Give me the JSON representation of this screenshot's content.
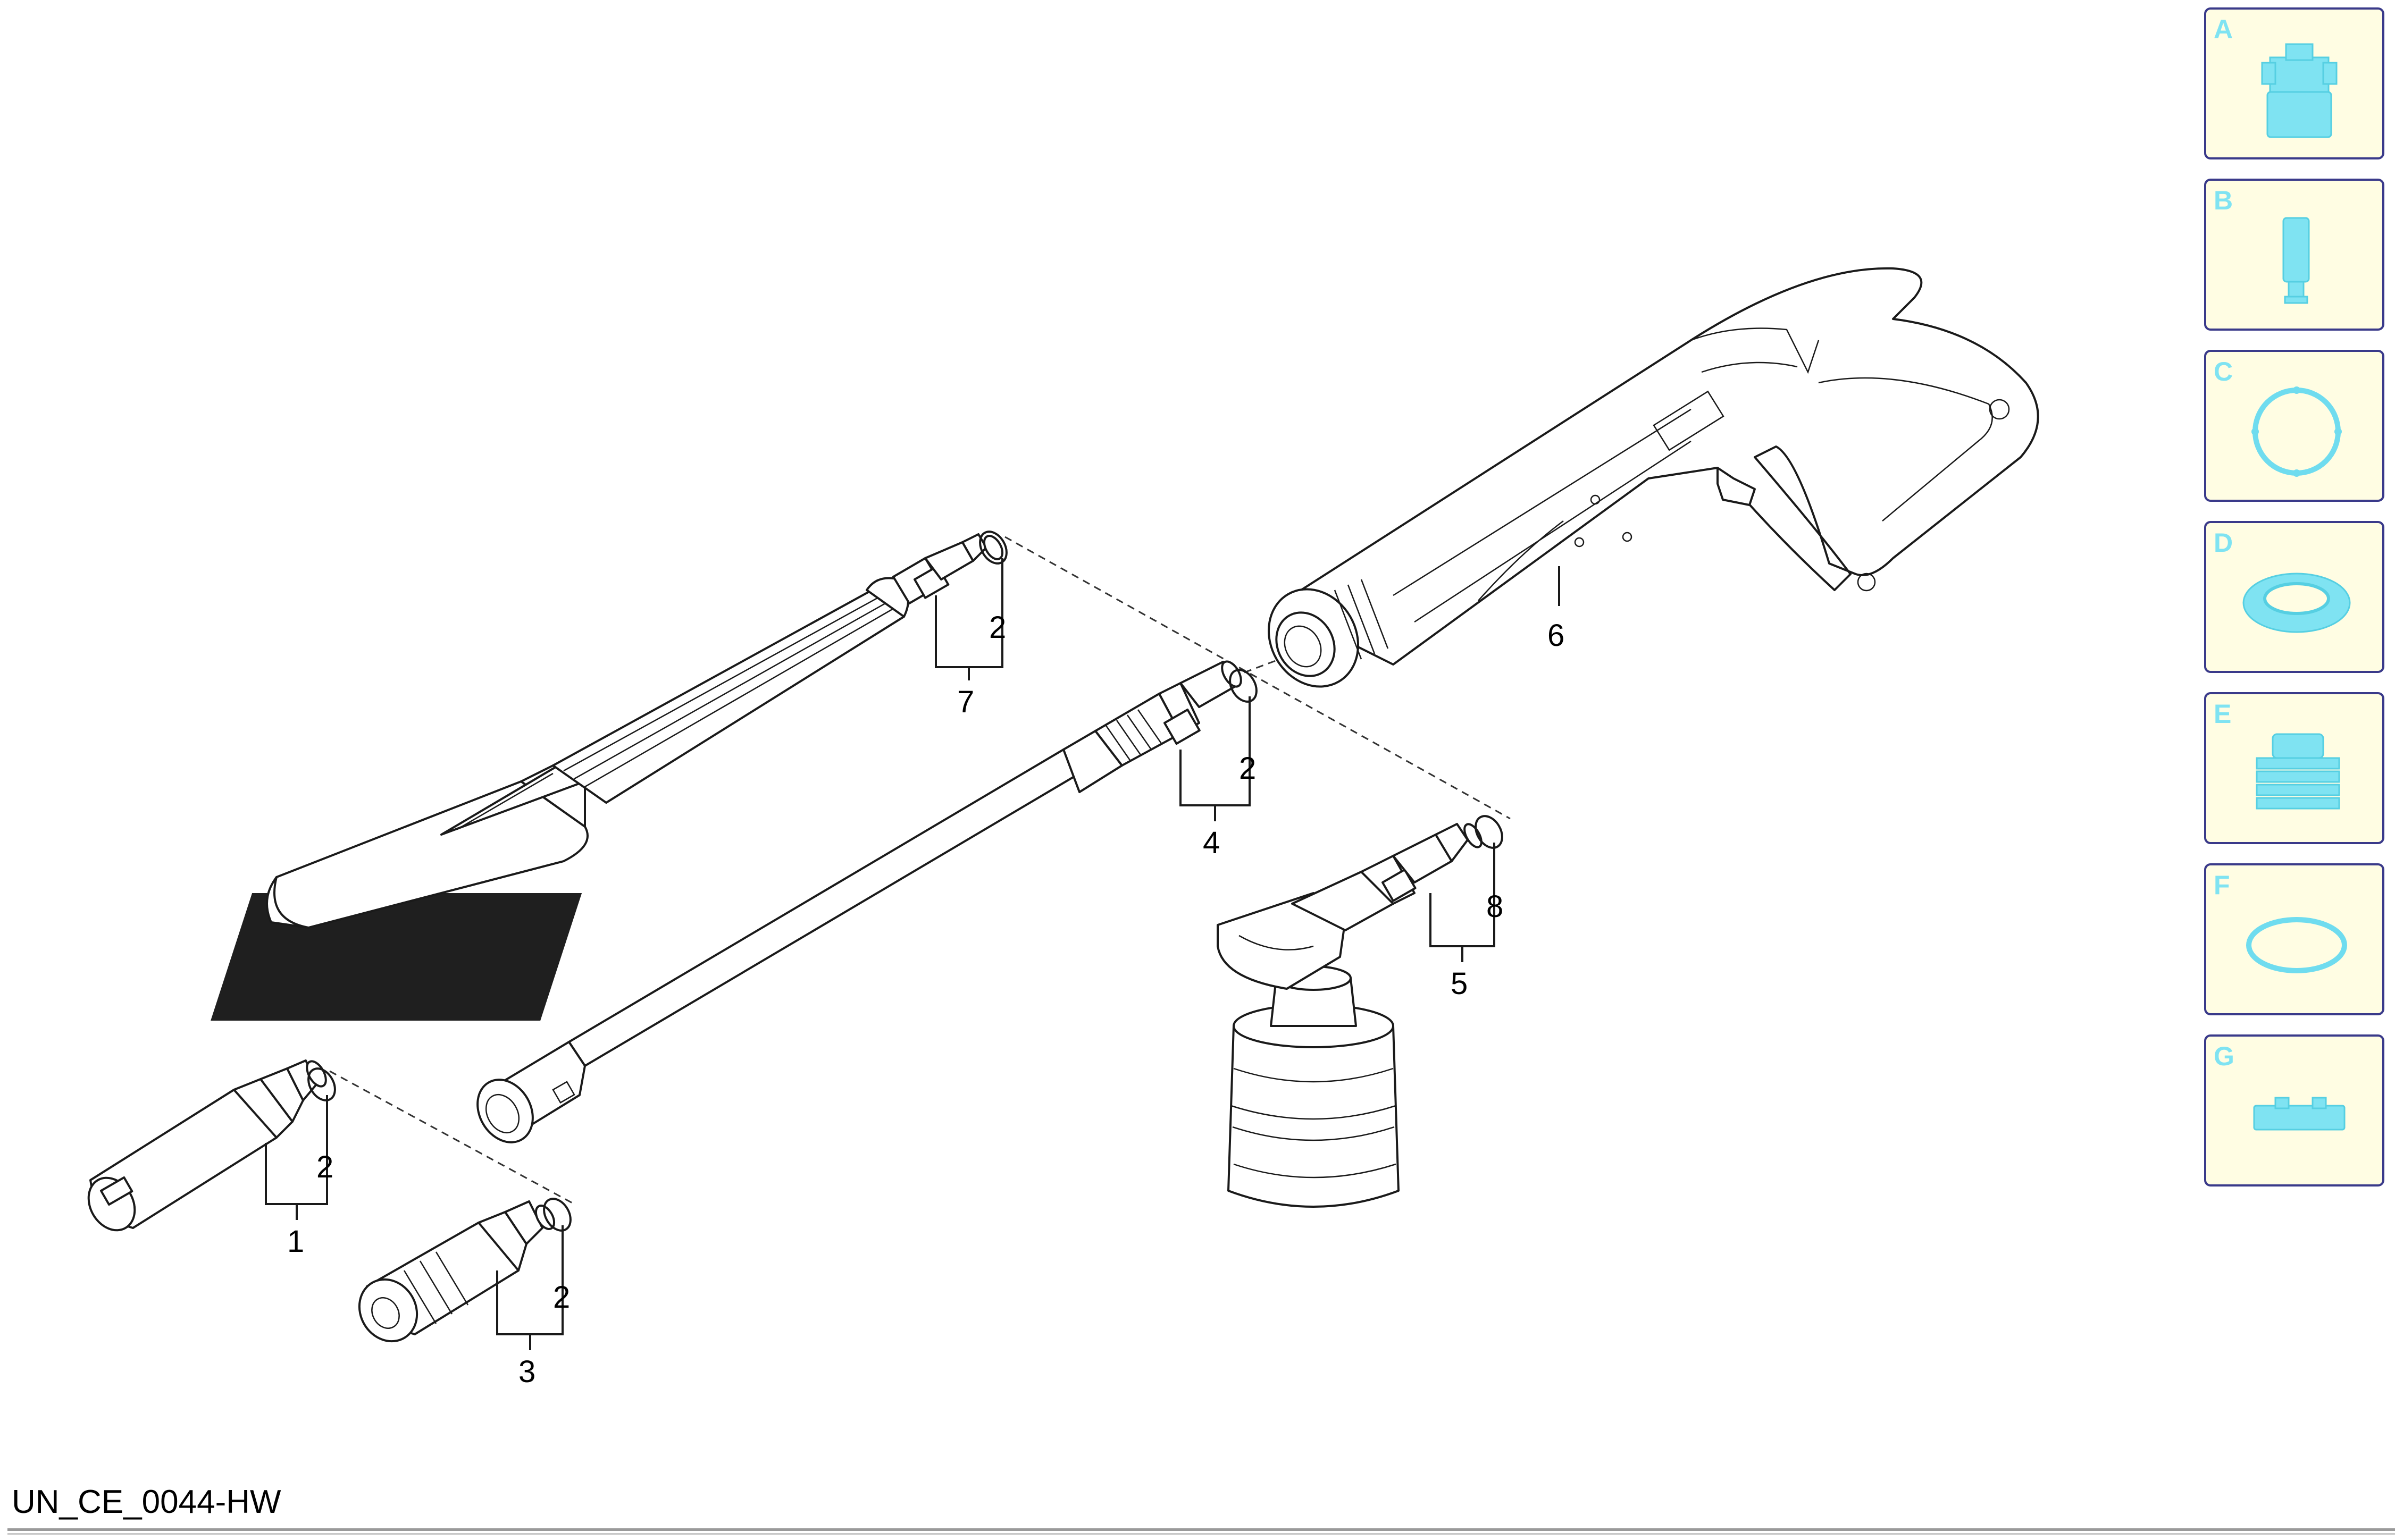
{
  "callouts": {
    "c1": "1",
    "c2a": "2",
    "c2b": "2",
    "c2c": "2",
    "c2d": "2",
    "c3": "3",
    "c4": "4",
    "c5": "5",
    "c6": "6",
    "c7": "7",
    "c8": "8"
  },
  "drawing_code": "UN_CE_0044-HW",
  "sidebar": {
    "tiles": [
      {
        "letter": "A",
        "icon": "connector-icon"
      },
      {
        "letter": "B",
        "icon": "pin-icon"
      },
      {
        "letter": "C",
        "icon": "ring-icon"
      },
      {
        "letter": "D",
        "icon": "seal-icon"
      },
      {
        "letter": "E",
        "icon": "threaded-sleeve-icon"
      },
      {
        "letter": "F",
        "icon": "o-ring-icon"
      },
      {
        "letter": "G",
        "icon": "clip-icon"
      }
    ],
    "accent_color": "#7fe3f2",
    "tile_background": "#fffde3",
    "tile_border": "#3a3a8a"
  }
}
